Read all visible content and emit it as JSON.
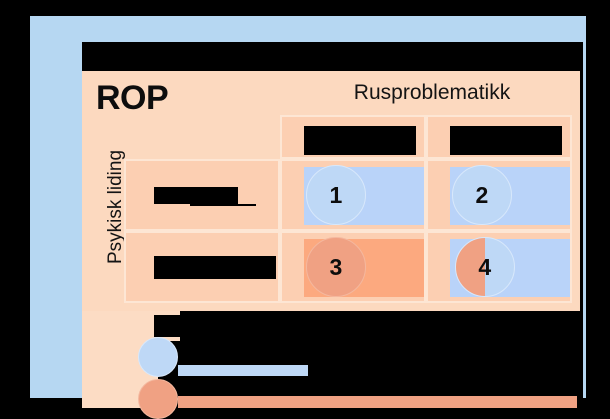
{
  "slide": {
    "title_bar_label": "",
    "heading": "ROP",
    "column_group_title": "Rusproblematikk",
    "row_group_title": "Psykisk liding"
  },
  "matrix": {
    "column_headers": [
      {
        "label": "",
        "redacted": true
      },
      {
        "label": "",
        "redacted": true
      }
    ],
    "row_headers": [
      {
        "label": "",
        "redacted": true
      },
      {
        "label": "",
        "redacted": true
      }
    ],
    "cells": [
      {
        "number": "1",
        "bubble_style": "blue",
        "band": "blue"
      },
      {
        "number": "2",
        "bubble_style": "blue",
        "band": "blue"
      },
      {
        "number": "3",
        "bubble_style": "orange",
        "band": "orange"
      },
      {
        "number": "4",
        "bubble_style": "split",
        "band": "blue"
      }
    ]
  },
  "legend": {
    "title": "",
    "items": [
      {
        "marker": "blue-circle",
        "label": ""
      },
      {
        "marker": "orange-circle",
        "label": ""
      }
    ]
  },
  "colors": {
    "frame_blue": "#b6d7f2",
    "panel_peach": "#fcd9bf",
    "cell_peach": "#fccfb2",
    "cell_border": "#fde6d4",
    "band_blue": "#b9d3f9",
    "band_orange": "#fca97f",
    "bubble_blue": "#bed8f6",
    "bubble_orange": "#f0a183",
    "redaction": "#000000",
    "text": "#141414"
  }
}
